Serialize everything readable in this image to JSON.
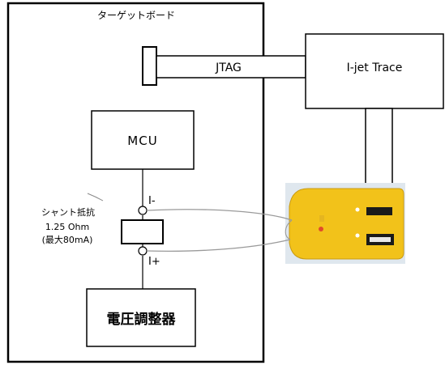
{
  "board": {
    "title": "ターゲットボード"
  },
  "cable": {
    "label": "JTAG"
  },
  "probe": {
    "label": "I-jet Trace"
  },
  "mcu": {
    "label": "MCU"
  },
  "shunt": {
    "label_line1": "シャント抵抗",
    "label_line2": "1.25 Ohm",
    "label_line3": "(最大80mA)"
  },
  "terminals": {
    "minus": "I-",
    "plus": "I+"
  },
  "regulator": {
    "label": "電圧調整器"
  },
  "colors": {
    "line": "#000000",
    "device_body": "#f2c21a",
    "device_bg": "#dfe7ee",
    "wire": "#9a9a9a"
  }
}
